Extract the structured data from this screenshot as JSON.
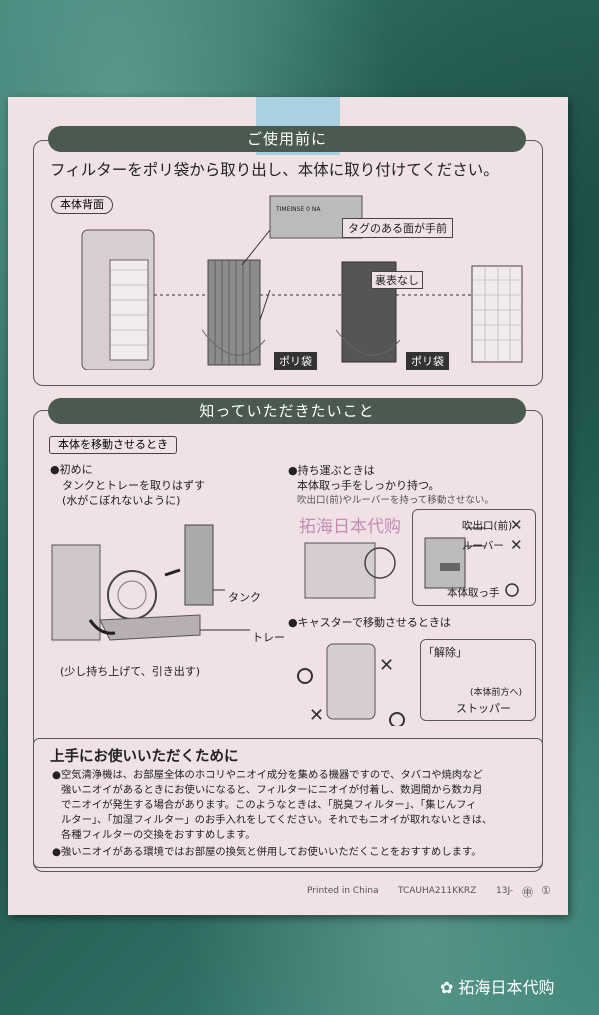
{
  "sheet": {
    "section1": {
      "title": "ご使用前に",
      "instruction": "フィルターをポリ袋から取り出し、本体に取り付けてください。",
      "back_label": "本体背面",
      "tag_side": "タグのある面が手前",
      "filter_label_text": "TIMEINSE 0 NA",
      "no_front_back": "裏表なし",
      "bag1": "ポリ袋",
      "bag2": "ポリ袋"
    },
    "section2": {
      "title": "知っていただきたいこと",
      "move_label": "本体を移動させるとき",
      "first_head": "●初めに",
      "first_l1": "タンクとトレーを取りはずす",
      "first_l2": "(水がこぼれないように)",
      "tank": "タンク",
      "tray": "トレー",
      "lift_pull": "(少し持ち上げて、引き出す)",
      "carry_head": "●持ち運ぶときは",
      "carry_l1": "本体取っ手をしっかり持つ。",
      "carry_l2": "吹出口(前)やルーバーを持って移動させない。",
      "outlet": "吹出口(前)",
      "louver": "ルーバー",
      "handle": "本体取っ手",
      "caster_head": "●キャスターで移動させるときは",
      "release": "「解除」",
      "front_side": "(本体前方へ)",
      "stopper": "ストッパー"
    },
    "tips": {
      "title": "上手にお使いいただくために",
      "p1_l1": "●空気清浄機は、お部屋全体のホコリやニオイ成分を集める機器ですので、タバコや焼肉など",
      "p1_l2": "強いニオイがあるときにお使いになると、フィルターにニオイが付着し、数週間から数カ月",
      "p1_l3": "でニオイが発生する場合があります。このようなときは、「脱臭フィルター」、「集じんフィ",
      "p1_l4": "ルター」、「加湿フィルター」のお手入れをしてください。それでもニオイが取れないときは、",
      "p1_l5": "各種フィルターの交換をおすすめします。",
      "p2": "●強いニオイがある環境ではお部屋の換気と併用してお使いいただくことをおすすめします。"
    },
    "footer": {
      "printed": "Printed in China",
      "code": "TCAUHA211KKRZ",
      "num": "13J-",
      "circle_n": "㊥",
      "circle_1": "①"
    }
  },
  "watermark": "拓海日本代购",
  "badge": "拓海日本代购"
}
